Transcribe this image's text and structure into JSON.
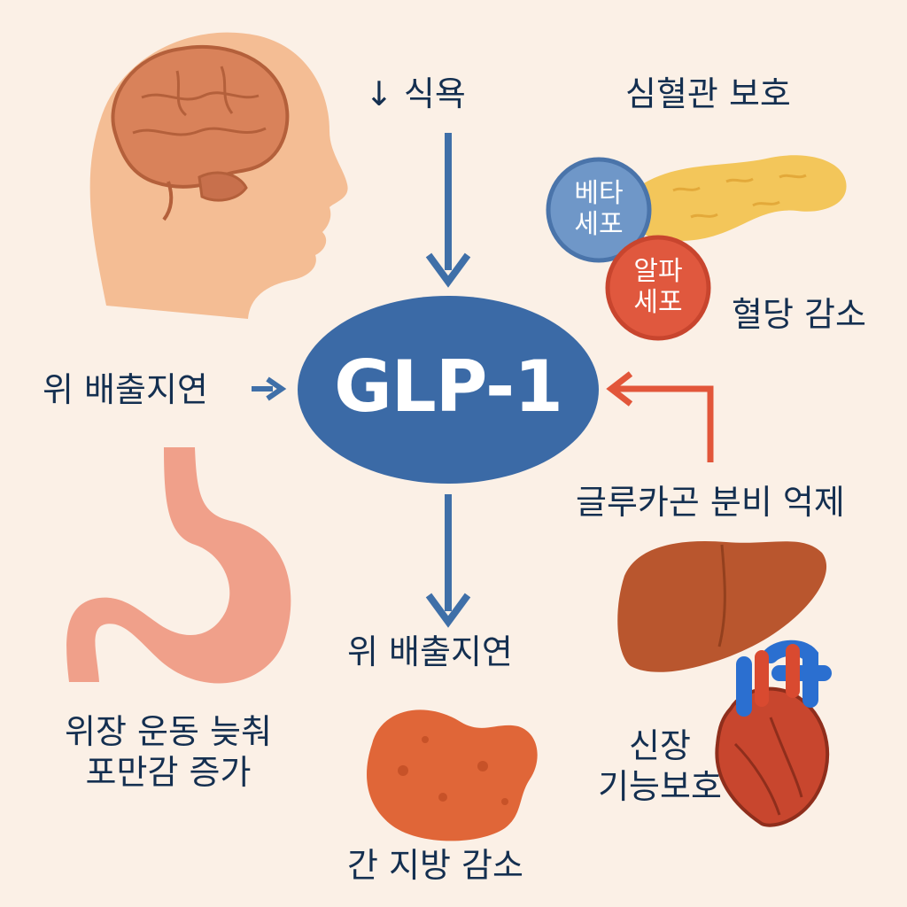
{
  "hub": {
    "label": "GLP-1",
    "color": "#3b6aa6"
  },
  "labels": {
    "appetite": "↓ 식욕",
    "cardio": "심혈관 보호",
    "glucose": "혈당 감소",
    "glucagon": "글루카곤 분비 억제",
    "gastric_left": "위 배출지연",
    "gastric_bottom": "위 배출지연",
    "stomach_line1": "위장 운동 늦춰",
    "stomach_line2": "포만감 증가",
    "liver_fat": "간 지방 감소",
    "kidney_line1": "신장",
    "kidney_line2": "기능보호"
  },
  "cells": {
    "beta_line1": "베타",
    "beta_line2": "세포",
    "alpha_line1": "알파",
    "alpha_line2": "세포"
  },
  "colors": {
    "arrow_blue": "#3f6fa8",
    "arrow_red": "#e2563a",
    "text": "#142f50",
    "background": "#fbf0e6"
  }
}
